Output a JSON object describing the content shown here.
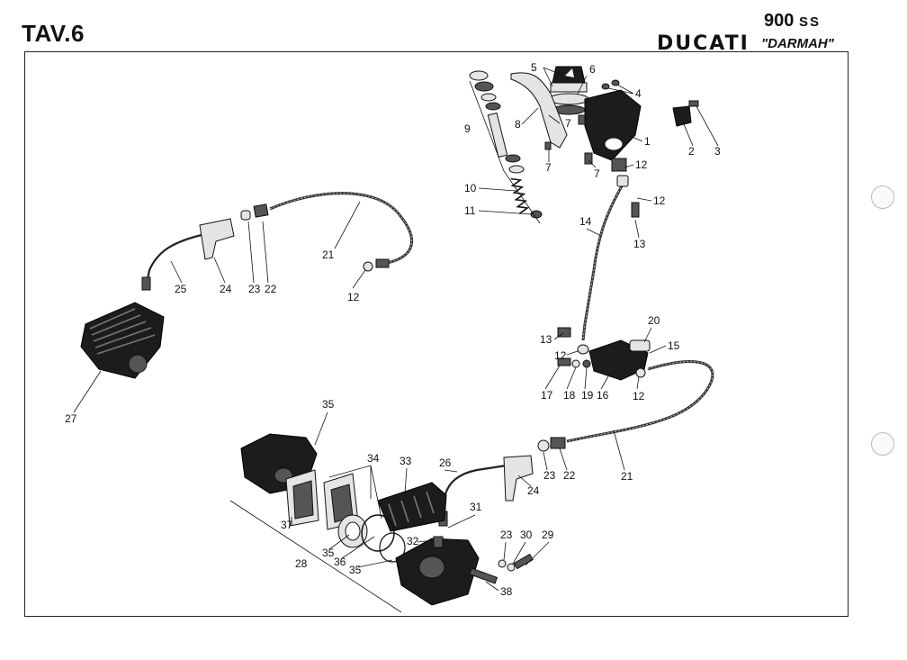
{
  "header": {
    "plate": "TAV.6",
    "model_number": "900",
    "model_suffix": "SS",
    "brand": "DUCATI",
    "model_name": "\"DARMAH\""
  },
  "callouts": [
    {
      "label": "1"
    },
    {
      "label": "2"
    },
    {
      "label": "3"
    },
    {
      "label": "4"
    },
    {
      "label": "5"
    },
    {
      "label": "6"
    },
    {
      "label": "7"
    },
    {
      "label": "7"
    },
    {
      "label": "7"
    },
    {
      "label": "8"
    },
    {
      "label": "9"
    },
    {
      "label": "10"
    },
    {
      "label": "11"
    },
    {
      "label": "12"
    },
    {
      "label": "12"
    },
    {
      "label": "12"
    },
    {
      "label": "12"
    },
    {
      "label": "12"
    },
    {
      "label": "13"
    },
    {
      "label": "13"
    },
    {
      "label": "14"
    },
    {
      "label": "15"
    },
    {
      "label": "16"
    },
    {
      "label": "17"
    },
    {
      "label": "18"
    },
    {
      "label": "19"
    },
    {
      "label": "20"
    },
    {
      "label": "21"
    },
    {
      "label": "21"
    },
    {
      "label": "22"
    },
    {
      "label": "22"
    },
    {
      "label": "23"
    },
    {
      "label": "23"
    },
    {
      "label": "23"
    },
    {
      "label": "24"
    },
    {
      "label": "24"
    },
    {
      "label": "25"
    },
    {
      "label": "26"
    },
    {
      "label": "27"
    },
    {
      "label": "28"
    },
    {
      "label": "29"
    },
    {
      "label": "30"
    },
    {
      "label": "31"
    },
    {
      "label": "32"
    },
    {
      "label": "33"
    },
    {
      "label": "34"
    },
    {
      "label": "35"
    },
    {
      "label": "35"
    },
    {
      "label": "35"
    },
    {
      "label": "36"
    },
    {
      "label": "37"
    },
    {
      "label": "38"
    }
  ]
}
